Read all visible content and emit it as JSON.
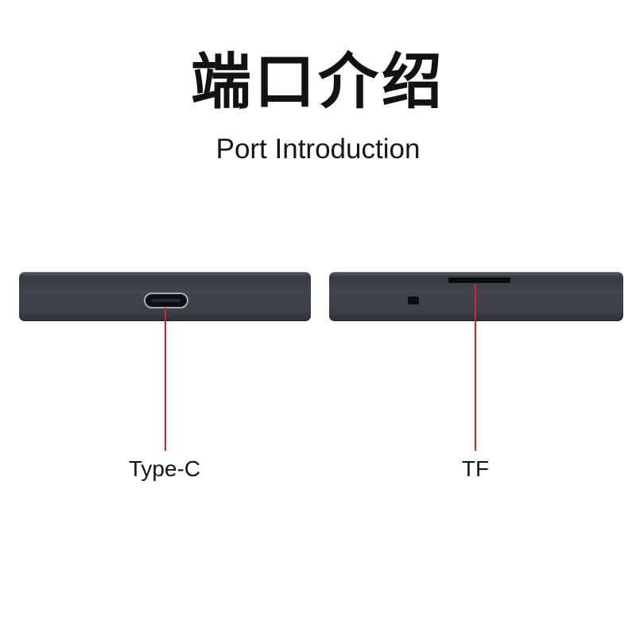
{
  "title": "端口介绍",
  "subtitle": "Port Introduction",
  "ports": [
    {
      "label": "Type-C"
    },
    {
      "label": "TF"
    }
  ],
  "colors": {
    "background": "#ffffff",
    "text": "#121212",
    "device_body": "#3f444a",
    "leader_line": "#e02020"
  },
  "icons": {
    "typec_port": "usb-type-c-port-icon",
    "tf_slot": "tf-card-slot-icon"
  }
}
